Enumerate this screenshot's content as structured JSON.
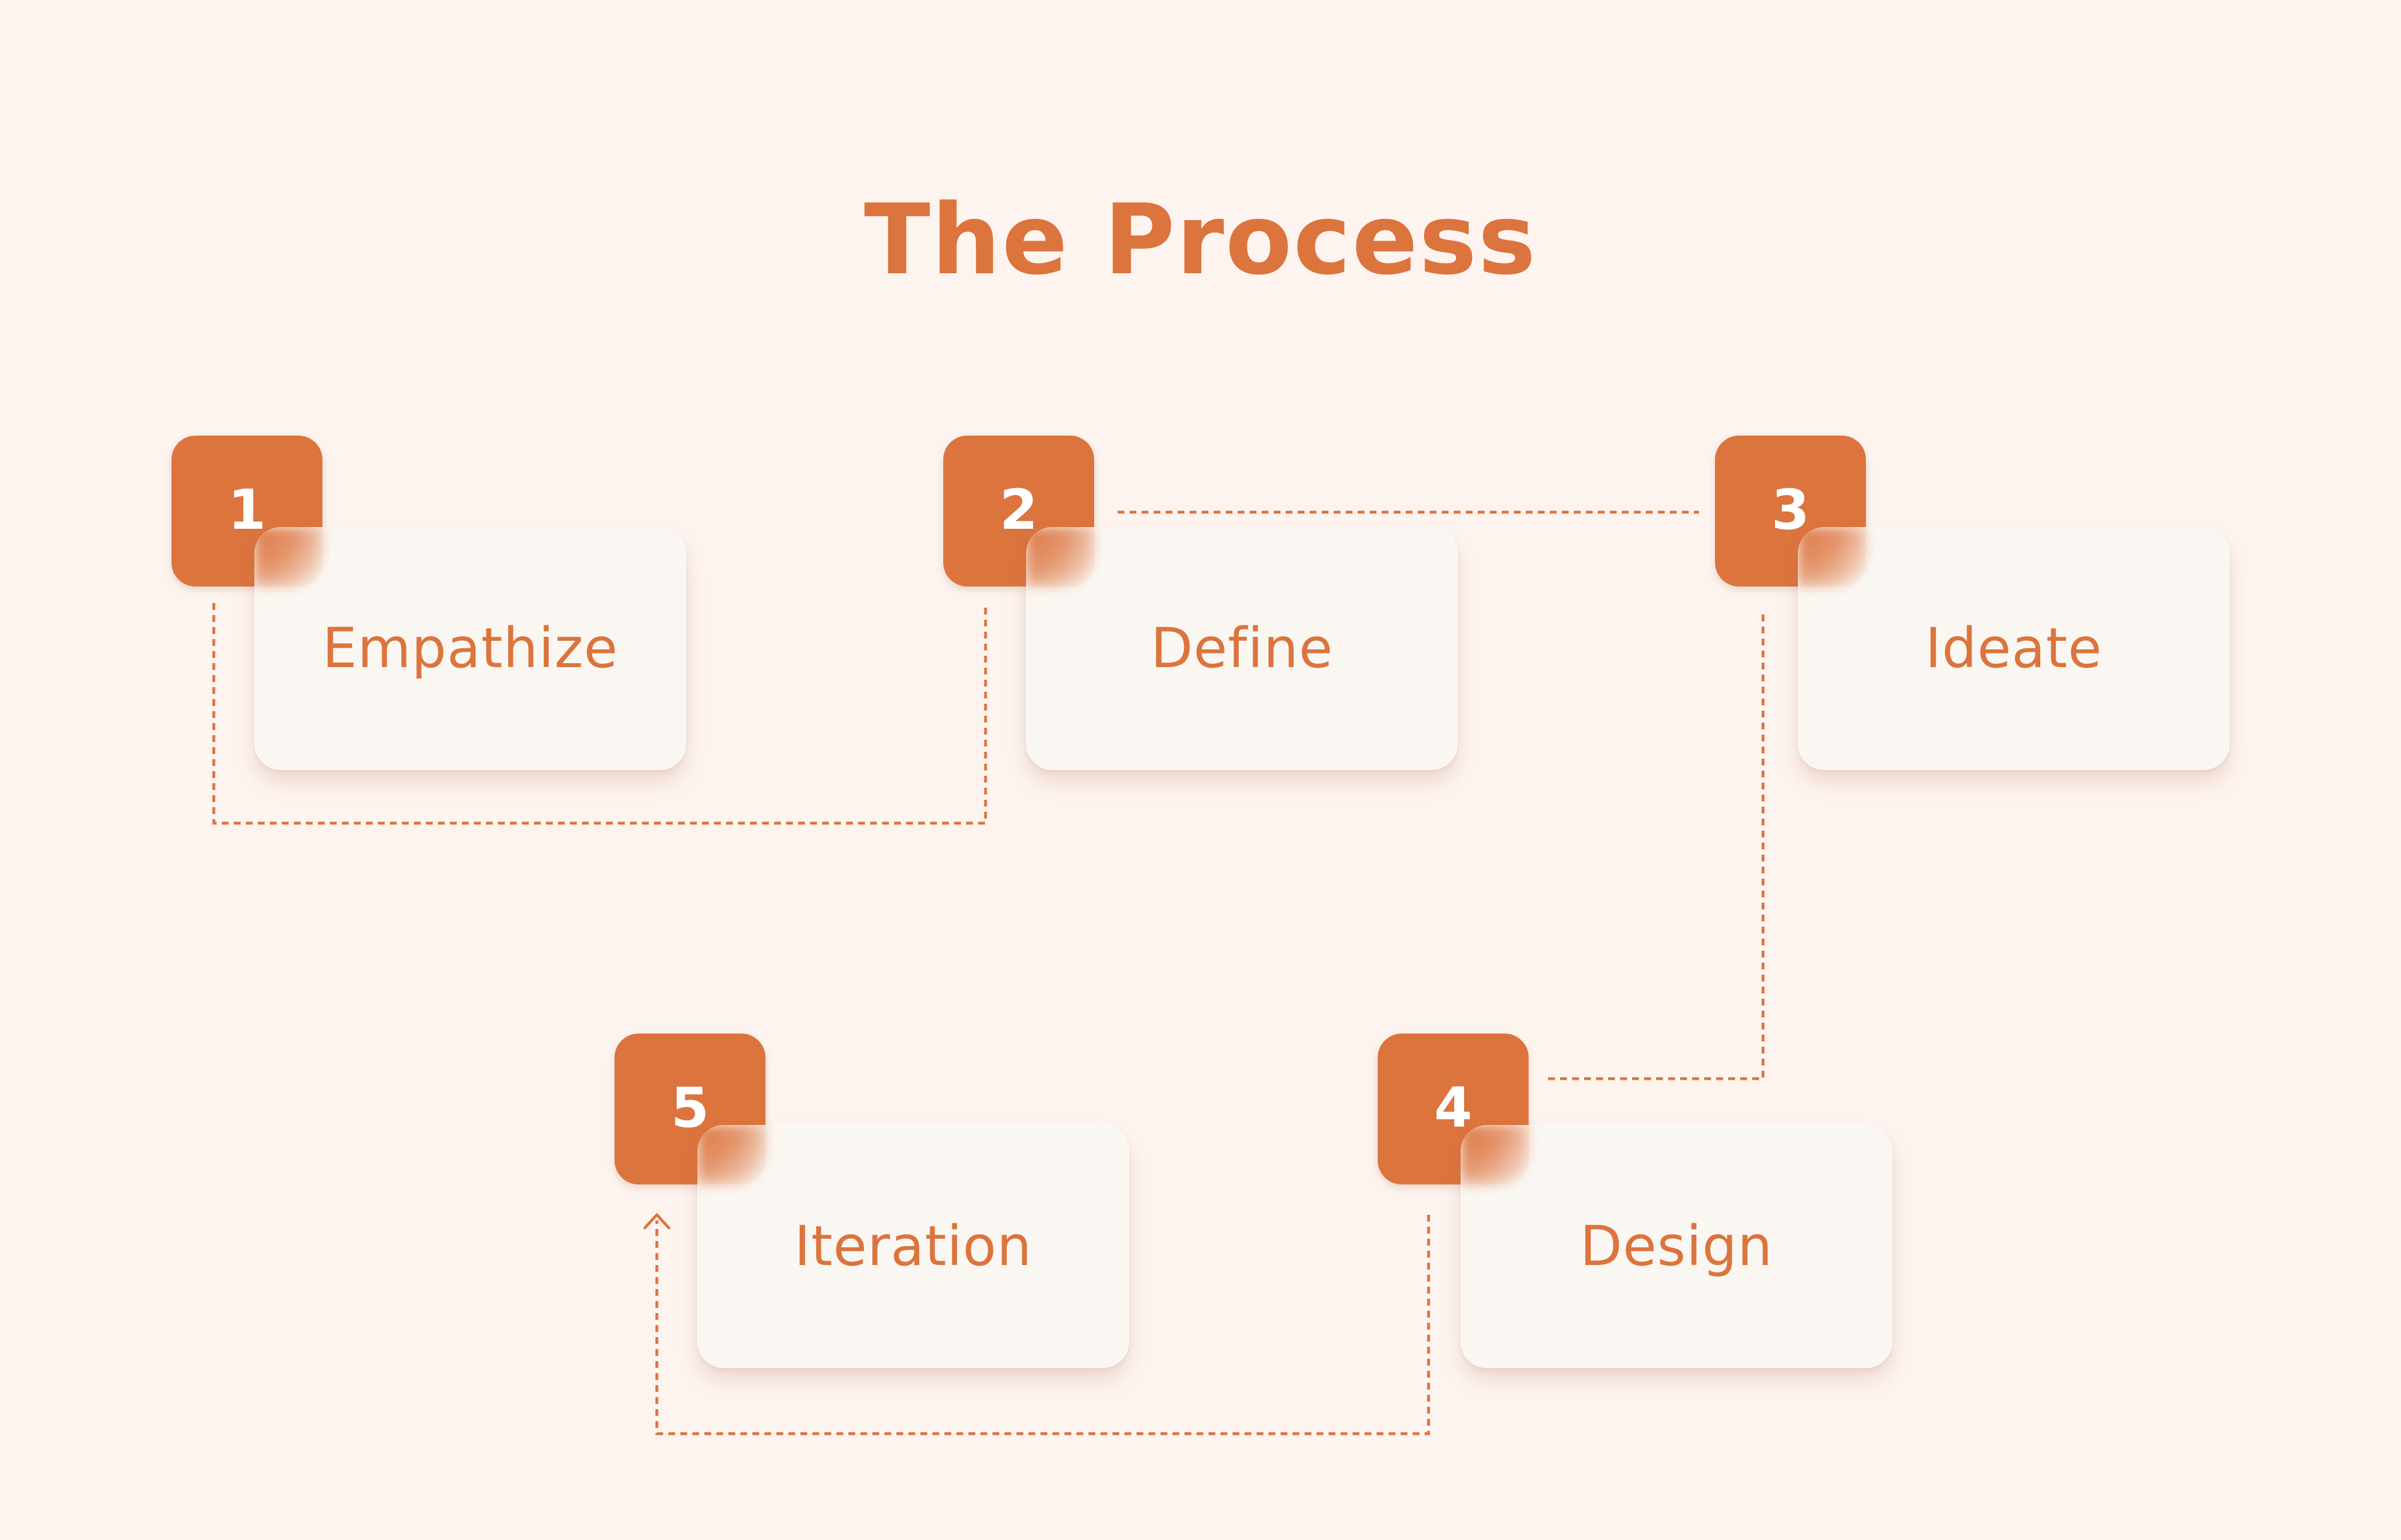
{
  "title": "The Process",
  "colors": {
    "background": "#fdf4f0",
    "accent": "#dc743e",
    "card": "#faf6f2",
    "badge_text": "#ffffff"
  },
  "steps": [
    {
      "number": "1",
      "label": "Empathize"
    },
    {
      "number": "2",
      "label": "Define"
    },
    {
      "number": "3",
      "label": "Ideate"
    },
    {
      "number": "4",
      "label": "Design"
    },
    {
      "number": "5",
      "label": "Iteration"
    }
  ],
  "connectors": [
    {
      "from": "1",
      "to": "2",
      "style": "dotted"
    },
    {
      "from": "2",
      "to": "3",
      "style": "dotted"
    },
    {
      "from": "3",
      "to": "4",
      "style": "dotted"
    },
    {
      "from": "4",
      "to": "5",
      "style": "dotted",
      "arrow": "end"
    }
  ]
}
